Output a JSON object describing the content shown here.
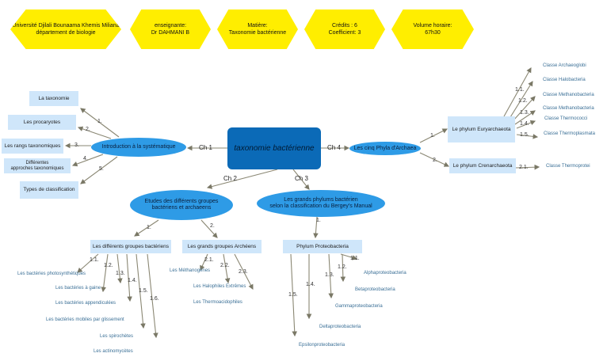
{
  "header": {
    "university": "Université Djilali  Bounaama Khemis Miliana\ndépartement de biologie",
    "teacher": "enseignante:\nDr DAHMANI B",
    "subject": "Matière:\nTaxonomie bactérienne",
    "credits": "Crédits : 6\nCoefficient: 3",
    "volume": "Volume horaire:\n67h30"
  },
  "center": "taxonomie bactérienne",
  "chapters": {
    "ch1": "Ch 1",
    "ch2": "Ch 2",
    "ch3": "Ch 3",
    "ch4": "Ch 4"
  },
  "nodes": {
    "intro": "Introduction à la systématique",
    "etudes": "Etudes des différents groupes\nbactériens et archaeens",
    "grands": "Les grands phylums bactérien\nselon la classification du Bergey's Manual",
    "phyla": "Les cinq Phyla d'Archaea"
  },
  "intro_items": [
    "La taxonomie",
    "Les procaryotes",
    "Les rangs taxonomiques",
    "Différentes\napproches taxonomiques",
    "Types de classification"
  ],
  "intro_nums": [
    "1.",
    "2.",
    "3.",
    "4.",
    "5."
  ],
  "etudes_subs": {
    "groupes": "Les différents groupes bactériens",
    "archees": "Les grands groupes Archéens",
    "n1": "1.",
    "n2": "2."
  },
  "groupes_items": [
    "Les bactéries photosynthétiques",
    "Les bactéries à gaine",
    "Les bactéries appendiculées",
    "Les bactéries mobiles par glissement",
    "Les spirochètes",
    "Les actinomycètes"
  ],
  "groupes_nums": [
    "1.1.",
    "1.2.",
    "1.3.",
    "1.4.",
    "1.5.",
    "1.6."
  ],
  "archees_items": [
    "Les Méthanogènes",
    "Les Halophiles Extrêmes",
    "Les Thermoacidophiles"
  ],
  "archees_nums": [
    "2.1.",
    "2.2.",
    "2.3."
  ],
  "proteo": {
    "label": "Phylum Proteobacteria",
    "n": "1."
  },
  "proteo_items": [
    "Alphaproteobacteria",
    "Betaproteobacteria",
    "Gammaproteobacteria",
    "Deltaproteobacteria",
    "Epsilonproteobacteria"
  ],
  "proteo_nums": [
    "1.1.",
    "1.2.",
    "1.3.",
    "1.4.",
    "1.5."
  ],
  "phyla_subs": {
    "eury": "Le phylum Euryarchaeota",
    "cren": "Le phylum Crenarchaeota",
    "n1": "1.",
    "n2": "2."
  },
  "eury_items": [
    "Classe Archaeoglobi",
    "Classe Halobacteria",
    "Classe Methanobacteria",
    "Classe Methanobacteria",
    "Classe Thermococci",
    "Classe Thermoplasmata"
  ],
  "eury_nums": [
    "1.1.",
    "1.2.",
    "1.3.",
    "1.4.",
    "1.5."
  ],
  "cren_item": "Classe Thermoprotei",
  "cren_num": "2.1."
}
